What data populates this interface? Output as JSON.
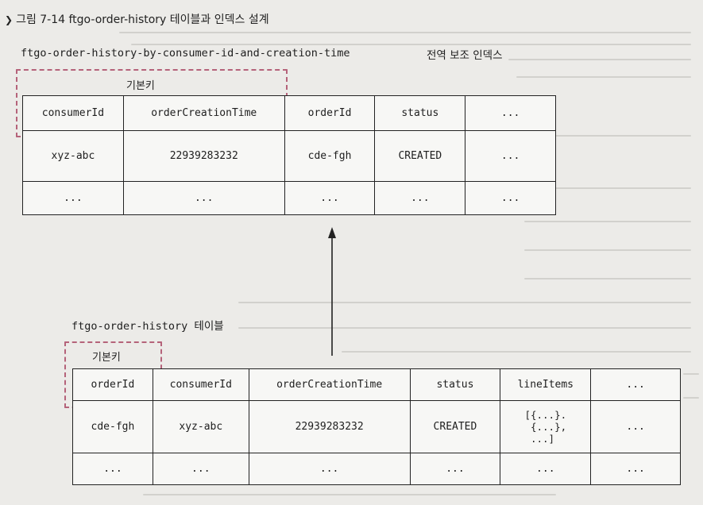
{
  "figure": {
    "title": "그림 7-14 ftgo-order-history 테이블과 인덱스 설계"
  },
  "index": {
    "name": "ftgo-order-history-by-consumer-id-and-creation-time",
    "type_label": "전역 보조 인덱스",
    "pk_label": "기본키",
    "columns": [
      "consumerId",
      "orderCreationTime",
      "orderId",
      "status",
      "..."
    ],
    "rows": [
      [
        "xyz-abc",
        "22939283232",
        "cde-fgh",
        "CREATED",
        "..."
      ],
      [
        "...",
        "...",
        "...",
        "...",
        "..."
      ]
    ]
  },
  "table": {
    "name": "ftgo-order-history 테이블",
    "pk_label": "기본키",
    "columns": [
      "orderId",
      "consumerId",
      "orderCreationTime",
      "status",
      "lineItems",
      "..."
    ],
    "rows": [
      [
        "cde-fgh",
        "xyz-abc",
        "22939283232",
        "CREATED",
        "[{...}.\n {...},\n ...]",
        "..."
      ],
      [
        "...",
        "...",
        "...",
        "...",
        "...",
        "..."
      ]
    ]
  }
}
